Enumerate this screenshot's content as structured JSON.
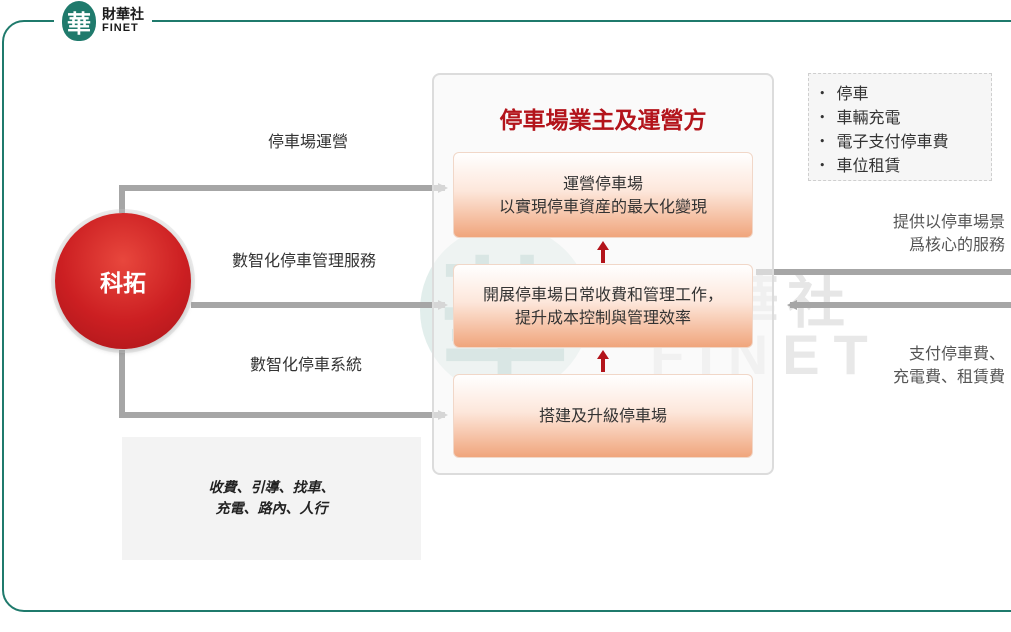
{
  "brand": {
    "logo_char": "華",
    "name_cn": "財華社",
    "name_en": "FINET"
  },
  "watermark": {
    "mark_char": "華",
    "name_cn": "財華社",
    "name_en": "FINET"
  },
  "hub": {
    "label": "科拓"
  },
  "flows": [
    {
      "label": "停車場運營"
    },
    {
      "label": "數智化停車管理服務"
    },
    {
      "label": "數智化停車系統"
    }
  ],
  "owner_panel": {
    "title": "停車場業主及運營方",
    "steps": [
      {
        "line1": "運營停車場",
        "line2": "以實現停車資産的最大化變現"
      },
      {
        "line1": "開展停車場日常收費和管理工作，",
        "line2": "提升成本控制與管理效率"
      },
      {
        "line1": "搭建及升級停車場",
        "line2": ""
      }
    ]
  },
  "system_features": {
    "line1": "收費、引導、找車、",
    "line2": "充電、路內、人行"
  },
  "services": {
    "items": [
      "停車",
      "車輛充電",
      "電子支付停車費",
      "車位租賃"
    ]
  },
  "right_side": {
    "provide": {
      "line1": "提供以停車場景",
      "line2": "爲核心的服務"
    },
    "pay": {
      "line1": "支付停車費、",
      "line2": "充電費、租賃費"
    }
  },
  "colors": {
    "brand_green": "#1f7a6c",
    "title_red": "#b3141b",
    "hub_red": "#cc1f22",
    "arrow_gray": "#a6a6a6",
    "step_orange": "#f0a57c"
  }
}
